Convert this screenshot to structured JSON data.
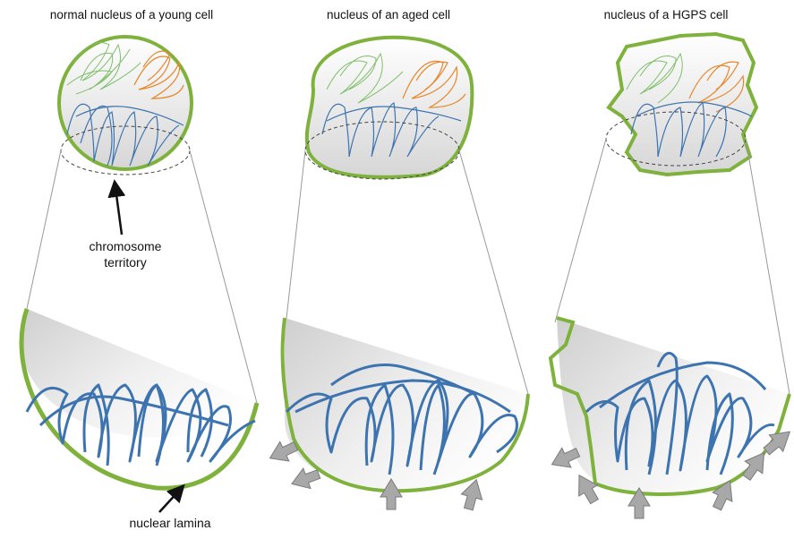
{
  "titles": {
    "young": "normal nucleus of a young cell",
    "aged": "nucleus of an aged cell",
    "hgps": "nucleus of a HGPS cell"
  },
  "labels": {
    "territory_line1": "chromosome",
    "territory_line2": "territory",
    "lamina": "nuclear lamina"
  },
  "colors": {
    "lamina": "#7fb23c",
    "chromatin_blue": "#3d74b0",
    "chromatin_green": "#7fbf6a",
    "chromatin_orange": "#e8862a",
    "arrow_gray": "#a8a8a8",
    "shade": "#d9d9d9"
  }
}
